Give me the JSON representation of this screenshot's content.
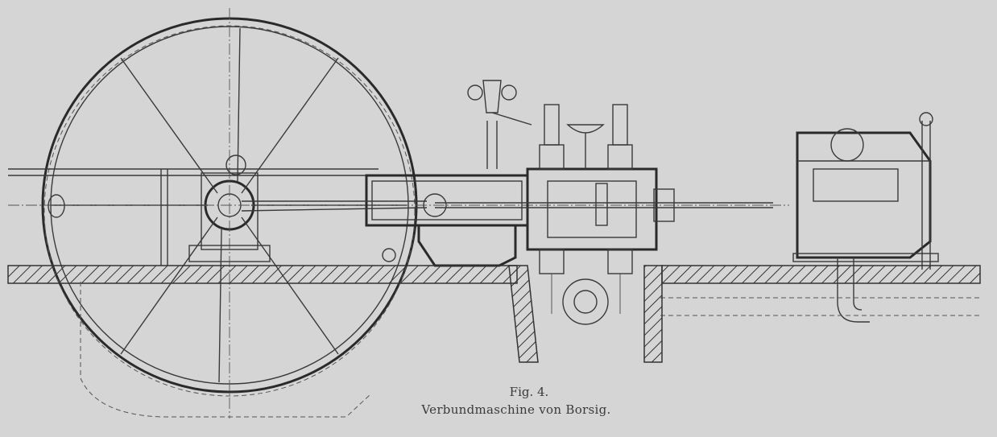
{
  "figure": {
    "label": "Fig. 4.",
    "caption": "Verbundmaschine von Borsig."
  },
  "drawing": {
    "subject": "compound-steam-engine",
    "ink_color": "#2f2f2f",
    "paper_color": "#d5d5d5"
  }
}
